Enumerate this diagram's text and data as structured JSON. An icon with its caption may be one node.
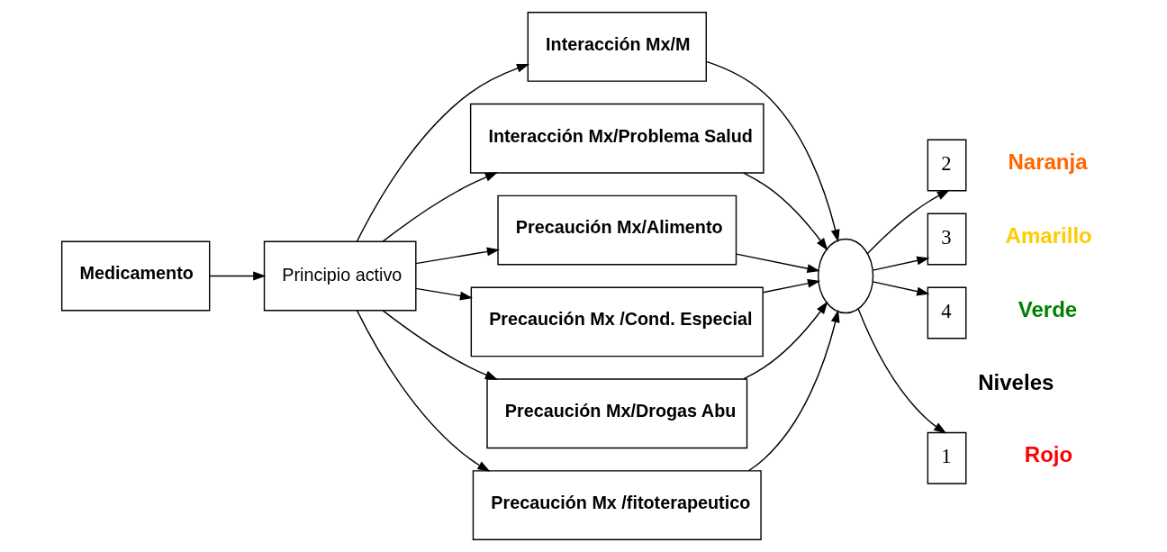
{
  "diagram": {
    "nodes": [
      {
        "text": [
          "Medicamento"
        ]
      },
      {
        "text": [
          "Principio activo"
        ]
      },
      {
        "text": [
          "Interacción Mx/M"
        ]
      },
      {
        "text": [
          "Interacción Mx/Problema Salud"
        ]
      },
      {
        "text": [
          "Precaución Mx/Alimento"
        ]
      },
      {
        "text": [
          "Precaución Mx /Cond. Especial"
        ]
      },
      {
        "text": [
          "Precaución Mx/Drogas Abu"
        ]
      },
      {
        "text": [
          "Precaución Mx /fitoterapeutico"
        ]
      },
      {
        "text": [],
        "shape": "circle"
      },
      {
        "text": [
          "1"
        ],
        "beside": [
          "Rojo"
        ]
      },
      {
        "text": [
          "2"
        ],
        "beside": [
          "Naranja"
        ]
      },
      {
        "text": [
          "3"
        ],
        "beside": [
          "Amarillo"
        ]
      },
      {
        "text": [
          "4"
        ],
        "beside": [
          "Verde"
        ]
      }
    ],
    "edges": [
      {
        "from": 0,
        "to": 1,
        "arrow": "to"
      },
      {
        "from": 1,
        "to": 2,
        "arrow": "to"
      },
      {
        "from": 1,
        "to": 3,
        "arrow": "to"
      },
      {
        "from": 1,
        "to": 4,
        "arrow": "to"
      },
      {
        "from": 1,
        "to": 5,
        "arrow": "to"
      },
      {
        "from": 1,
        "to": 6,
        "arrow": "to"
      },
      {
        "from": 1,
        "to": 7,
        "arrow": "to"
      },
      {
        "from": 2,
        "to": 8,
        "arrow": "to"
      },
      {
        "from": 3,
        "to": 8,
        "arrow": "to"
      },
      {
        "from": 4,
        "to": 8,
        "arrow": "to"
      },
      {
        "from": 5,
        "to": 8,
        "arrow": "to"
      },
      {
        "from": 6,
        "to": 8,
        "arrow": "to"
      },
      {
        "from": 7,
        "to": 8,
        "arrow": "to"
      },
      {
        "from": 8,
        "to": 9,
        "arrow": "to"
      },
      {
        "from": 8,
        "to": 10,
        "arrow": "to"
      },
      {
        "from": 8,
        "to": 11,
        "arrow": "to"
      },
      {
        "from": 8,
        "to": 12,
        "arrow": "to"
      }
    ],
    "labels": [
      "Niveles"
    ]
  }
}
